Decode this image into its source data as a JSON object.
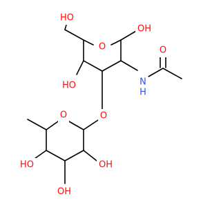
{
  "molecule": {
    "colors": {
      "bond": "#000000",
      "oxygen": "#ff0d0d",
      "nitrogen": "#3050f8",
      "background": "#ffffff"
    },
    "labels": {
      "oh_ch2": "HO",
      "ring_o_top": "O",
      "oh_anomeric": "OH",
      "n_amide": "N",
      "h_amide": "H",
      "o_carbonyl": "O",
      "oh_c4": "HO",
      "o_glycosidic": "O",
      "ring_o_bottom": "O",
      "oh_c2_fuc": "OH",
      "oh_c4_fuc": "HO",
      "oh_c3_fuc": "OH"
    }
  }
}
